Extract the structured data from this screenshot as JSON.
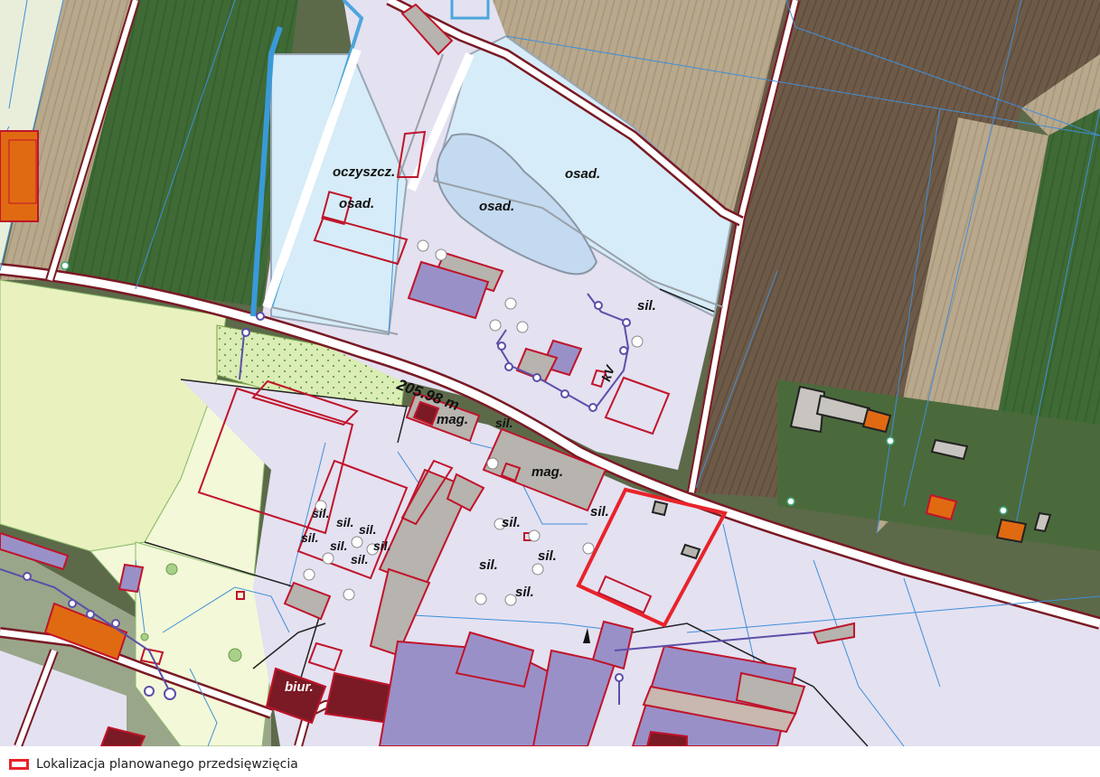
{
  "colors": {
    "parcel_line": "#3f8fd8",
    "building_outline": "#c0142a",
    "project_outline": "#e8232a",
    "industrial_zone": "#e4e1f1",
    "water_facility": "#d6ecf8",
    "farmland_zone": "#e9f2bf",
    "building_gray": "#b7b3ae",
    "building_purple": "#9a90c8",
    "building_orange": "#e06a12",
    "building_darkred": "#7a1a24",
    "network_line": "#5b4fa8"
  },
  "map": {
    "labels": {
      "oczyszcz": "oczyszcz.",
      "osad_left": "osad.",
      "osad_center": "osad.",
      "osad_right": "osad.",
      "sil_a": "sil.",
      "sil_b": "sil.",
      "sil_c": "sil.",
      "sil_d": "sil.",
      "sil_e": "sil.",
      "sil_f": "sil.",
      "sil_g": "sil.",
      "sil_h": "sil.",
      "sil_i": "sil.",
      "sil_j": "sil.",
      "sil_k": "sil.",
      "sil_l": "sil.",
      "sil_m": "sil.",
      "mag_a": "mag.",
      "mag_b": "mag.",
      "biur": "biur.",
      "kv": "kV",
      "dimension": "205.98 m"
    }
  },
  "legend": {
    "label": "Lokalizacja planowanego przedsięwzięcia"
  }
}
